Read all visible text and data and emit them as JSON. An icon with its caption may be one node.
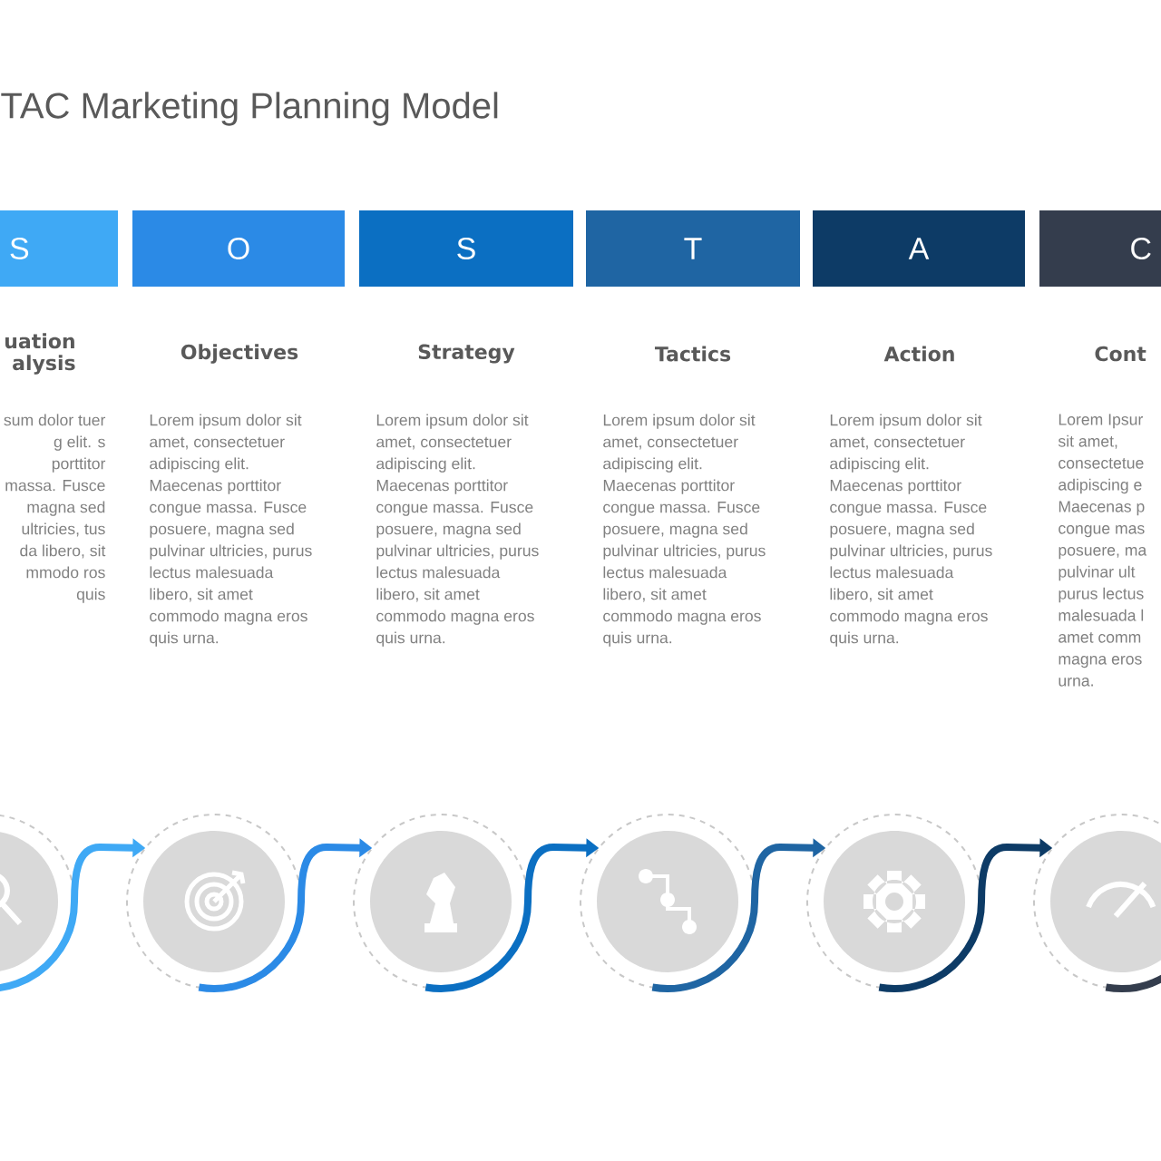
{
  "diagram": {
    "title": "TAC Marketing Planning Model",
    "nodes": [
      {
        "text": [
          "S"
        ],
        "beside": [
          "uation alysis",
          "sum dolor tuer g elit. s porttitor massa. Fusce magna sed ultricies, tus da libero, sit mmodo ros quis"
        ]
      },
      {
        "text": [
          "O"
        ],
        "beside": [
          "Objectives",
          "Lorem ipsum dolor sit amet, consectetuer adipiscing elit. Maecenas porttitor congue massa. Fusce posuere, magna sed pulvinar ultricies, purus lectus malesuada libero, sit amet commodo magna eros quis urna."
        ]
      },
      {
        "text": [
          "S"
        ],
        "beside": [
          "Strategy",
          "Lorem ipsum dolor sit amet, consectetuer adipiscing elit. Maecenas porttitor congue massa. Fusce posuere, magna sed pulvinar ultricies, purus lectus malesuada libero, sit amet commodo magna eros quis urna."
        ]
      },
      {
        "text": [
          "T"
        ],
        "beside": [
          "Tactics",
          "Lorem ipsum dolor sit amet, consectetuer adipiscing elit. Maecenas porttitor congue massa. Fusce posuere, magna sed pulvinar ultricies, purus lectus malesuada libero, sit amet commodo magna eros quis urna."
        ]
      },
      {
        "text": [
          "A"
        ],
        "beside": [
          "Action",
          "Lorem ipsum dolor sit amet, consectetuer adipiscing elit. Maecenas porttitor congue massa. Fusce posuere, magna sed pulvinar ultricies, purus lectus malesuada libero, sit amet commodo magna eros quis urna."
        ]
      },
      {
        "text": [
          "C"
        ],
        "beside": [
          "Cont",
          "Lorem Ipsur sit amet, consectetue adipiscing e Maecenas p congue mas posuere, ma pulvinar ult purus lectus malesuada l amet comm magna eros urna."
        ]
      },
      {
        "text": [],
        "shape": "circle"
      },
      {
        "text": [],
        "shape": "circle"
      },
      {
        "text": [],
        "shape": "circle"
      },
      {
        "text": [],
        "shape": "circle"
      },
      {
        "text": [],
        "shape": "circle"
      },
      {
        "text": [],
        "shape": "circle"
      }
    ],
    "edges": [
      {
        "from": 6,
        "to": 7,
        "arrow": "to",
        "color": "#3fa9f5"
      },
      {
        "from": 7,
        "to": 8,
        "arrow": "to",
        "color": "#2b8ae6"
      },
      {
        "from": 8,
        "to": 9,
        "arrow": "to",
        "color": "#0b6fc2"
      },
      {
        "from": 9,
        "to": 10,
        "arrow": "to",
        "color": "#1f65a3"
      },
      {
        "from": 10,
        "to": 11,
        "arrow": "to",
        "color": "#0d3b66"
      },
      {
        "from": 11,
        "to": null,
        "arrow": "none",
        "color": "#343d4d"
      }
    ]
  }
}
